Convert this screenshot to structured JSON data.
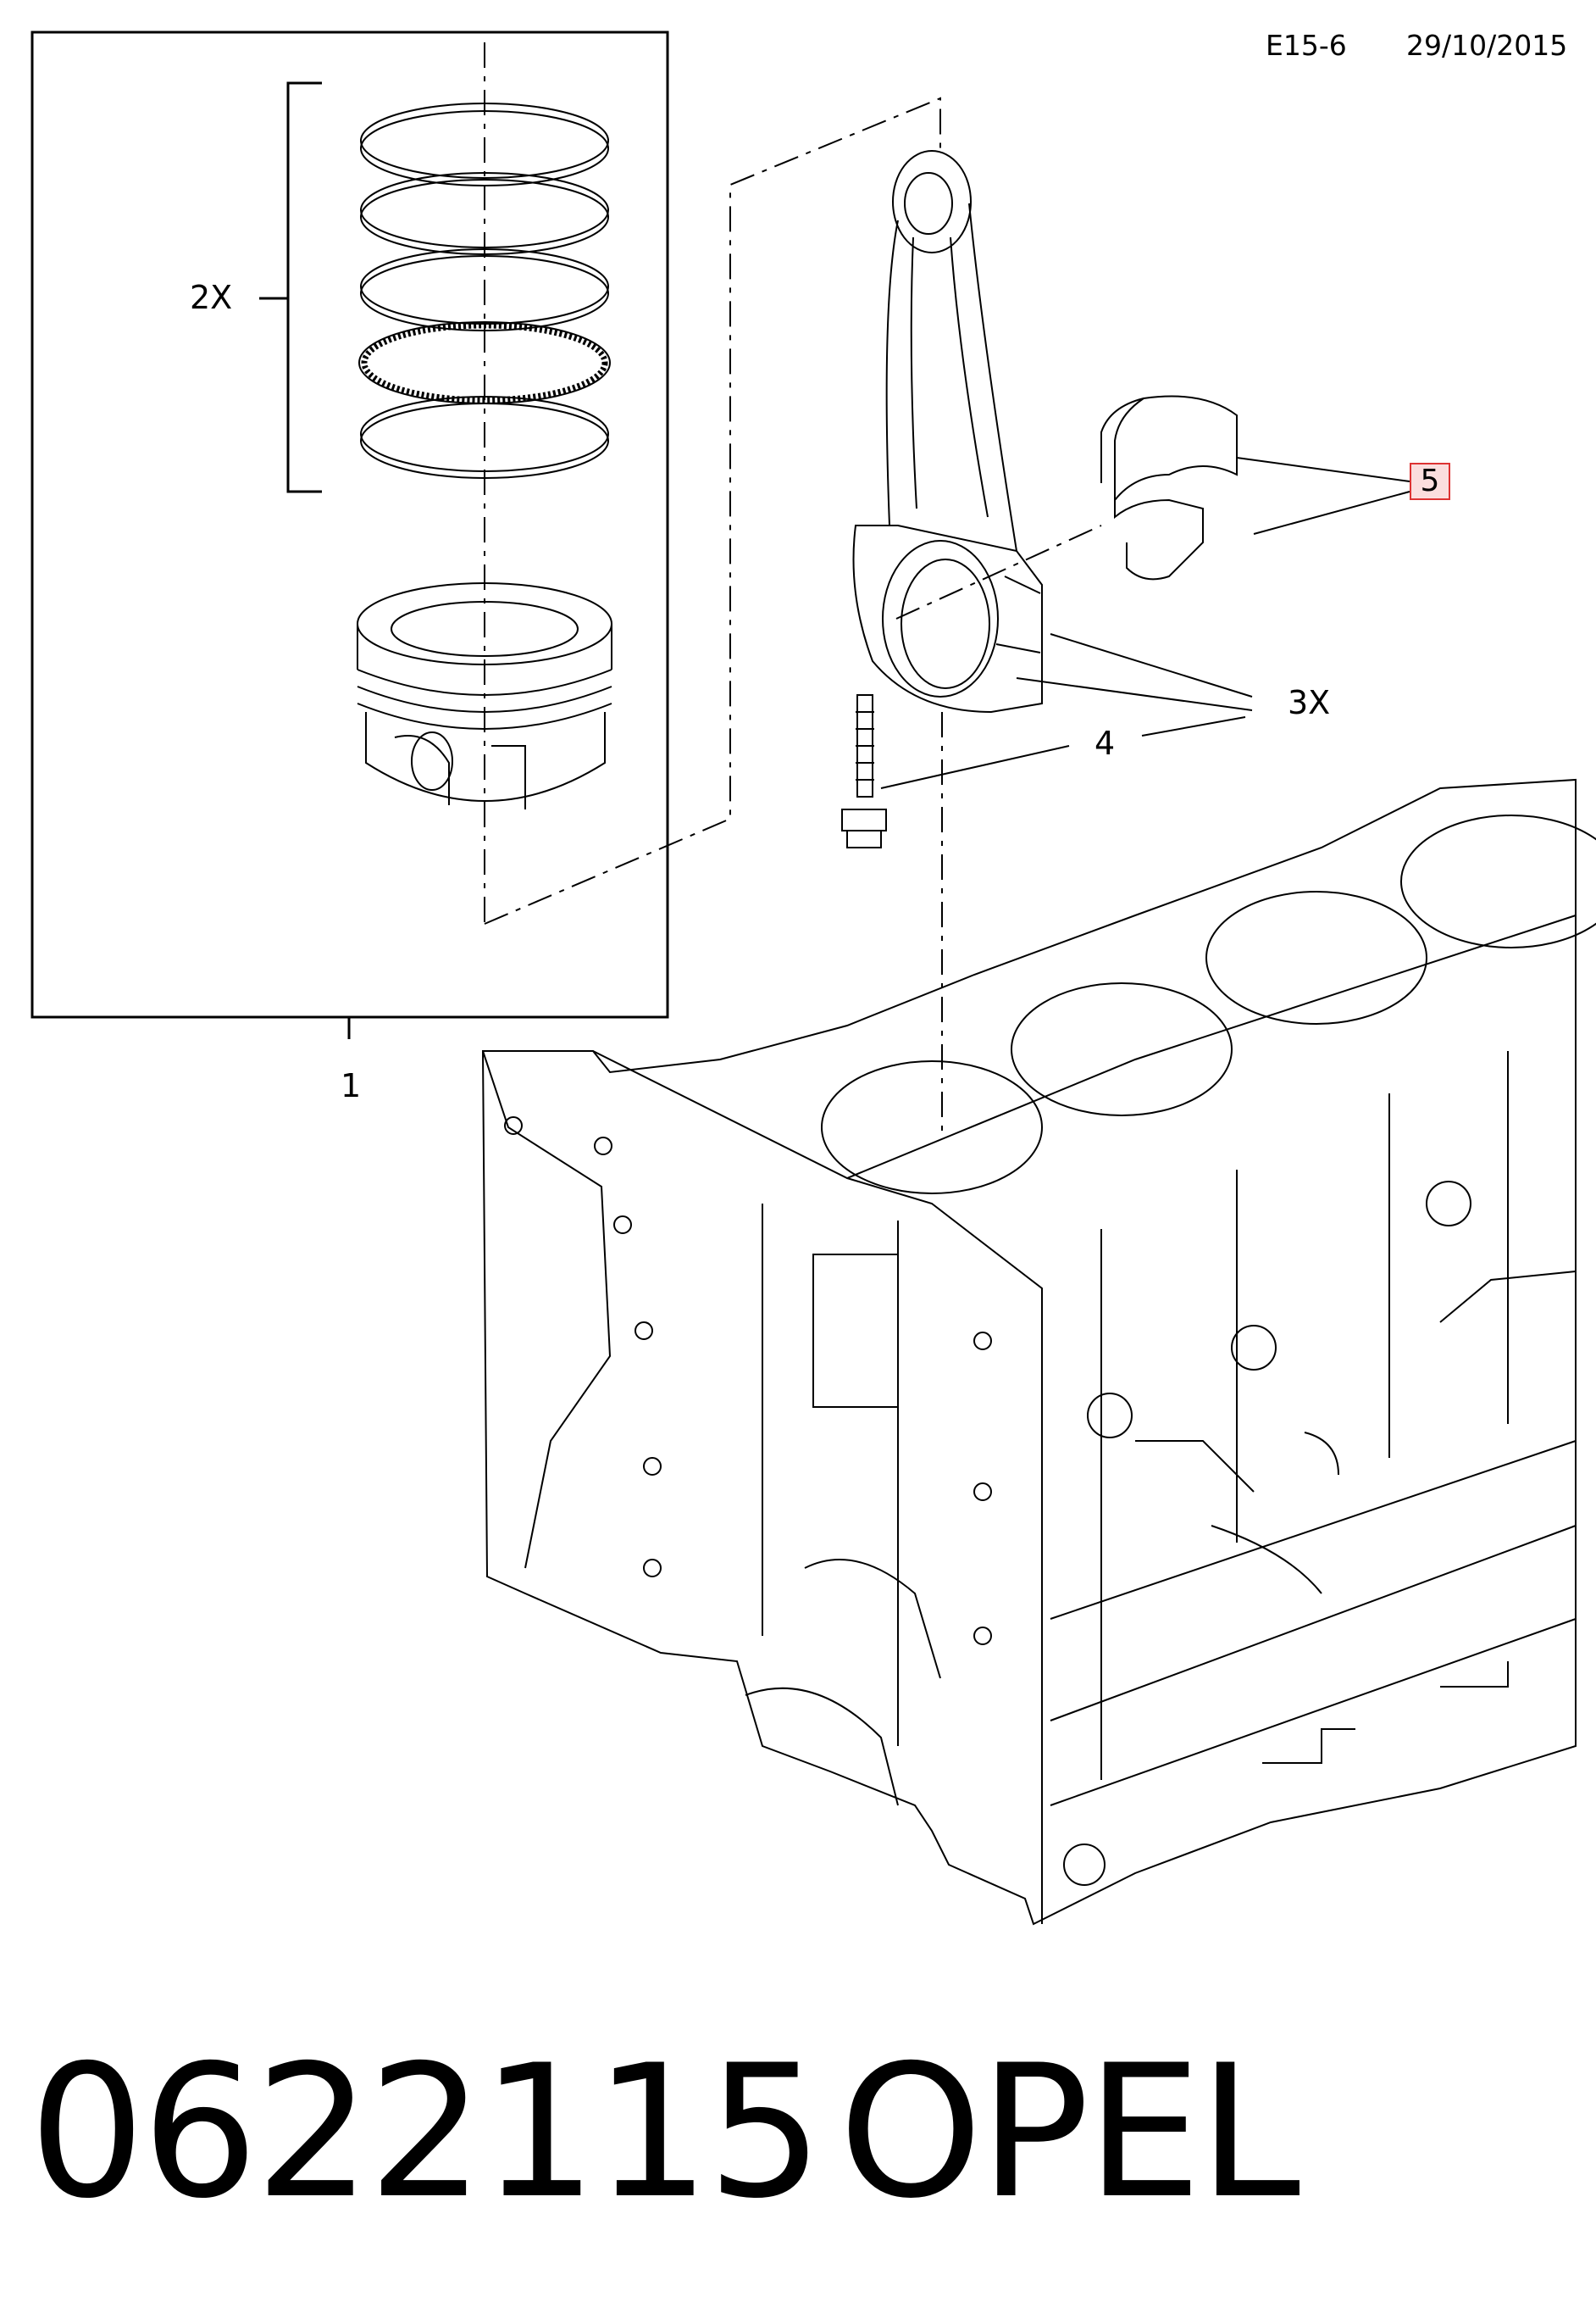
{
  "header": {
    "code": "E15-6",
    "date": "29/10/2015"
  },
  "callouts": {
    "piston_kit": "1",
    "ring_qty": "2X",
    "rod_qty": "3X",
    "bolt": "4",
    "bearing": "5"
  },
  "footer": {
    "part_number": "0622115",
    "brand": "OPEL"
  },
  "colors": {
    "line": "#000000",
    "highlight_border": "#d33333",
    "highlight_fill": "#fbdede"
  }
}
